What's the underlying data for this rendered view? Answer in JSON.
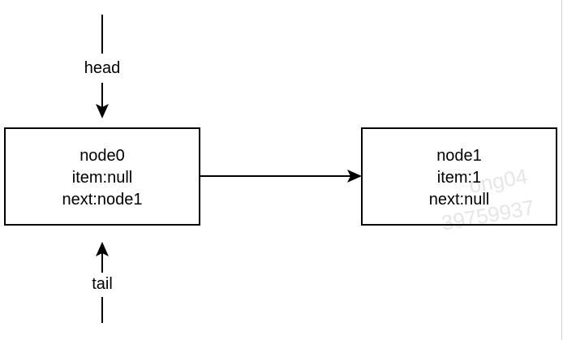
{
  "pointers": {
    "head": {
      "label": "head"
    },
    "tail": {
      "label": "tail"
    }
  },
  "nodes": [
    {
      "name": "node0",
      "item": "item:null",
      "next": "next:node1"
    },
    {
      "name": "node1",
      "item": "item:1",
      "next": "next:null"
    }
  ],
  "watermark": {
    "line1": "ong04",
    "line2": "39759937"
  },
  "colors": {
    "stroke": "#000000",
    "background": "#ffffff",
    "watermark": "#e6e6e6"
  }
}
